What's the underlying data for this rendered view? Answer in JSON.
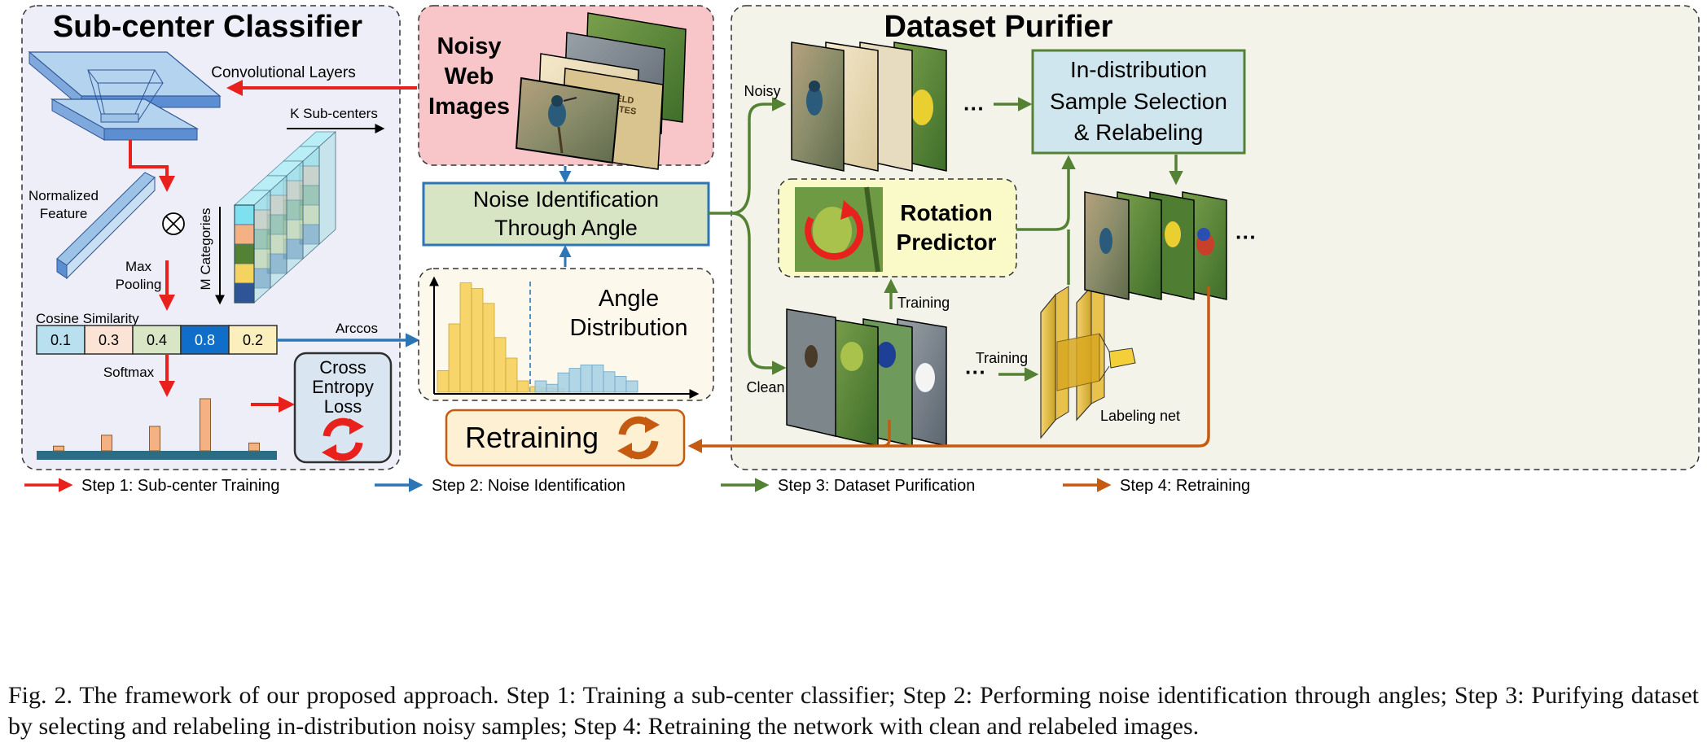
{
  "panels": {
    "subcenter_title": "Sub-center Classifier",
    "purifier_title": "Dataset Purifier"
  },
  "left": {
    "conv_label": "Convolutional Layers",
    "ksub_label": "K Sub-centers",
    "mcat_label": "M Categories",
    "norm_label_1": "Normalized",
    "norm_label_2": "Feature",
    "otimes": "⊗",
    "maxpool_1": "Max",
    "maxpool_2": "Pooling",
    "cos_label": "Cosine Similarity",
    "cos_values": [
      "0.1",
      "0.3",
      "0.4",
      "0.8",
      "0.2"
    ],
    "cos_colors": [
      "#b9e0ee",
      "#fbe4d6",
      "#d9e6c6",
      "#0f6ec9",
      "#fbefbd"
    ],
    "softmax_label": "Softmax",
    "softmax_levels": [
      0.09,
      0.3,
      0.47,
      1.0,
      0.15
    ],
    "ce_1": "Cross",
    "ce_2": "Entropy",
    "ce_3": "Loss",
    "arccos_label": "Arccos"
  },
  "middle": {
    "noisy_1": "Noisy",
    "noisy_2": "Web",
    "noisy_3": "Images",
    "noise_id_1": "Noise Identification",
    "noise_id_2": "Through Angle",
    "angle_1": "Angle",
    "angle_2": "Distribution",
    "hist_yellow": [
      0.19,
      0.6,
      0.96,
      0.91,
      0.78,
      0.48,
      0.3,
      0.1
    ],
    "hist_blue": [
      0.1,
      0.07,
      0.17,
      0.21,
      0.24,
      0.24,
      0.18,
      0.14,
      0.1
    ],
    "retraining": "Retraining",
    "field_notes_1": "FIELD",
    "field_notes_2": "NOTES"
  },
  "right": {
    "noisy_label": "Noisy",
    "clean_label": "Clean",
    "ellipsis": "···",
    "indist_1": "In-distribution",
    "indist_2": "Sample Selection",
    "indist_3": "& Relabeling",
    "rotation_1": "Rotation",
    "rotation_2": "Predictor",
    "training_1": "Training",
    "training_2": "Training",
    "labeling_net": "Labeling net"
  },
  "legend": [
    {
      "label": "Step 1: Sub-center Training",
      "color": "#e8211d"
    },
    {
      "label": "Step 2: Noise Identification",
      "color": "#2e75b6"
    },
    {
      "label": "Step 3: Dataset Purification",
      "color": "#548235"
    },
    {
      "label": "Step 4: Retraining",
      "color": "#c55a11"
    }
  ],
  "caption": "Fig. 2.  The framework of our proposed approach. Step 1: Training a sub-center classifier; Step 2: Performing noise identification through angles; Step 3: Purifying dataset by selecting and relabeling in-distribution noisy samples; Step 4: Retraining the network with clean and relabeled images.",
  "colors": {
    "red": "#e8211d",
    "blue": "#2e75b6",
    "green": "#548235",
    "orange": "#c55a11",
    "hist_yellow": "#f7d56a",
    "hist_blue": "#a9d2e6"
  }
}
